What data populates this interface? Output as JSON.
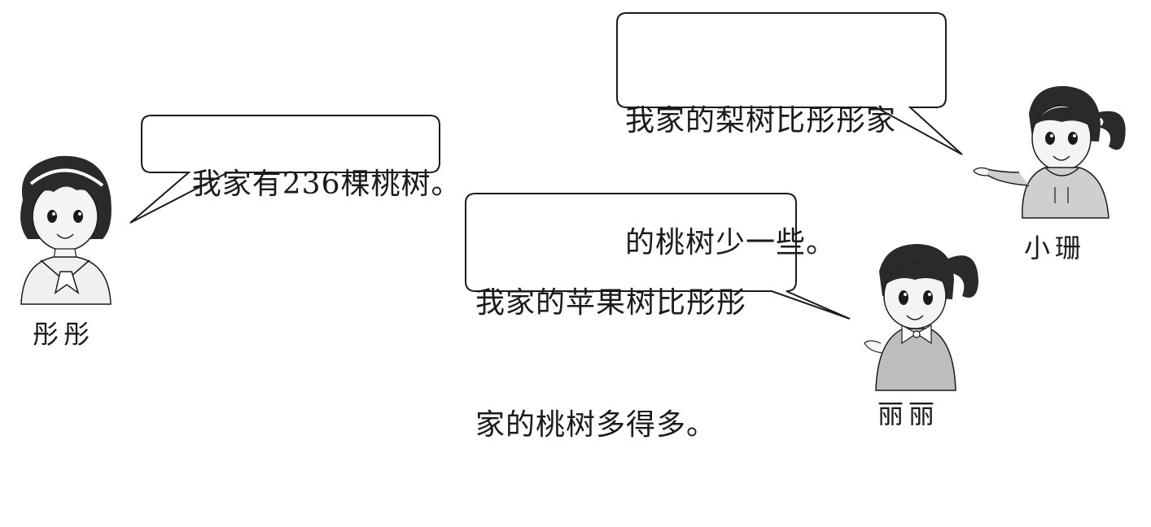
{
  "characters": {
    "tongtong": {
      "name": "彤彤",
      "speech": [
        "我家有236棵桃树。"
      ]
    },
    "xiaoshan": {
      "name": "小珊",
      "speech": [
        "我家的梨树比彤彤家",
        "的桃树少一些。"
      ]
    },
    "lili": {
      "name": "丽丽",
      "speech": [
        "我家的苹果树比彤彤",
        "家的桃树多得多。"
      ]
    }
  }
}
